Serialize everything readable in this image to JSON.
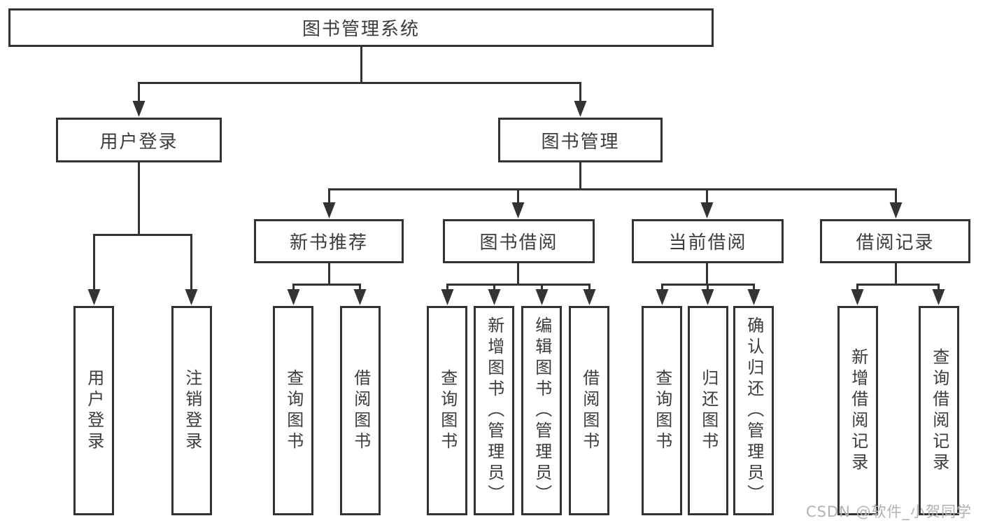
{
  "watermark": "CSDN @软件_小贺同学",
  "colors": {
    "line": "#333333",
    "text": "#3c3c3c",
    "watermark": "#b2b2b2",
    "background": "#ffffff"
  },
  "diagram": {
    "title": "图书管理系统",
    "level2": {
      "user_login": "用户登录",
      "book_mgmt": "图书管理"
    },
    "level3": {
      "new_books": "新书推荐",
      "book_borrow": "图书借阅",
      "current_borrow": "当前借阅",
      "borrow_records": "借阅记录"
    },
    "leaves": {
      "user_login": "用户登录",
      "logout": "注销登录",
      "nb_query": "查询图书",
      "nb_borrow": "借阅图书",
      "bb_query": "查询图书",
      "bb_add": "新增图书（管理员）",
      "bb_edit": "编辑图书（管理员）",
      "bb_borrow": "借阅图书",
      "cb_query": "查询图书",
      "cb_return": "归还图书",
      "cb_confirm": "确认归还（管理员）",
      "br_add": "新增借阅记录",
      "br_query": "查询借阅记录"
    },
    "hierarchy": {
      "图书管理系统": {
        "用户登录": [
          "用户登录",
          "注销登录"
        ],
        "图书管理": {
          "新书推荐": [
            "查询图书",
            "借阅图书"
          ],
          "图书借阅": [
            "查询图书",
            "新增图书（管理员）",
            "编辑图书（管理员）",
            "借阅图书"
          ],
          "当前借阅": [
            "查询图书",
            "归还图书",
            "确认归还（管理员）"
          ],
          "借阅记录": [
            "新增借阅记录",
            "查询借阅记录"
          ]
        }
      }
    }
  }
}
